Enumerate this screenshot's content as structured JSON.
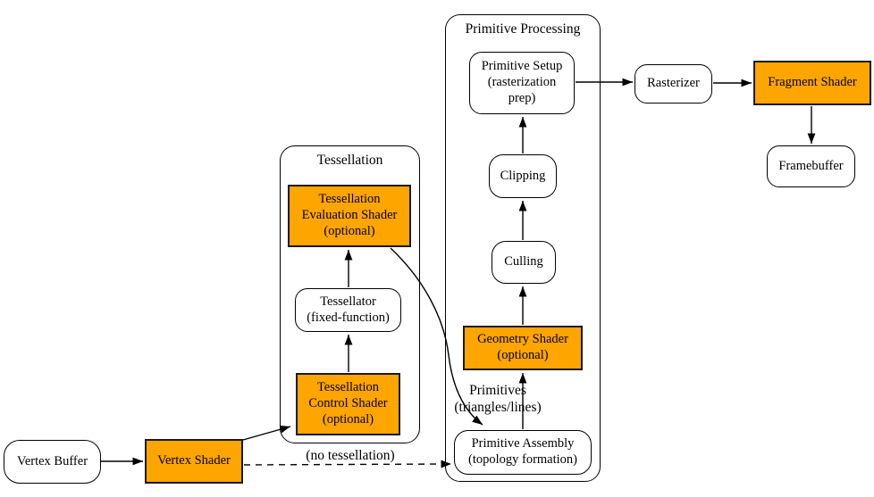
{
  "colors": {
    "background": "#ffffff",
    "node_fill": "#ffffff",
    "accent_orange": "#ffa500",
    "border": "#000000",
    "text": "#000000"
  },
  "groups": {
    "tessellation": {
      "title": "Tessellation"
    },
    "primitive_processing": {
      "title": "Primitive Processing"
    }
  },
  "nodes": {
    "vertex_buffer": {
      "label": "Vertex Buffer",
      "shape": "rounded"
    },
    "vertex_shader": {
      "label": "Vertex Shader",
      "shape": "orange-rect"
    },
    "tess_eval": {
      "label": "Tessellation\nEvaluation Shader\n(optional)",
      "shape": "orange-rect"
    },
    "tessellator": {
      "label": "Tessellator\n(fixed-function)",
      "shape": "rounded"
    },
    "tess_control": {
      "label": "Tessellation\nControl Shader\n(optional)",
      "shape": "orange-rect"
    },
    "primitive_setup": {
      "label": "Primitive Setup\n(rasterization\nprep)",
      "shape": "rounded"
    },
    "clipping": {
      "label": "Clipping",
      "shape": "rounded"
    },
    "culling": {
      "label": "Culling",
      "shape": "rounded"
    },
    "geometry_shader": {
      "label": "Geometry Shader\n(optional)",
      "shape": "orange-rect"
    },
    "primitive_assembly": {
      "label": "Primitive Assembly\n(topology formation)",
      "shape": "rounded"
    },
    "rasterizer": {
      "label": "Rasterizer",
      "shape": "rounded"
    },
    "fragment_shader": {
      "label": "Fragment Shader",
      "shape": "orange-rect"
    },
    "framebuffer": {
      "label": "Framebuffer",
      "shape": "rounded"
    }
  },
  "edge_labels": {
    "primitives": "Primitives\n(triangles/lines)",
    "no_tessellation": "(no tessellation)"
  }
}
